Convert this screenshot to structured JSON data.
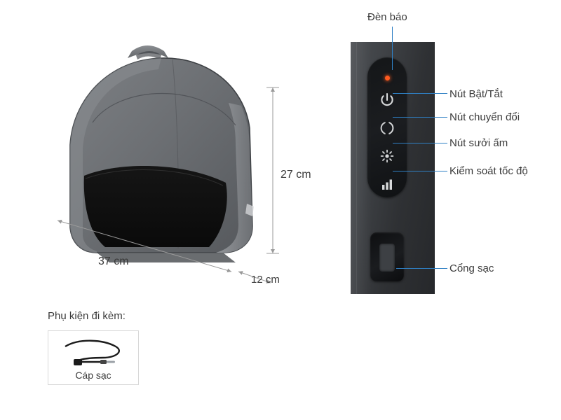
{
  "product_diagram": {
    "dimensions": {
      "height": "27 cm",
      "width": "37 cm",
      "depth": "12 cm"
    },
    "accessories": {
      "title": "Phụ kiện đi kèm:",
      "items": [
        {
          "caption": "Cáp sạc",
          "icon": "charging-cable-icon"
        }
      ]
    },
    "callouts": [
      {
        "id": "indicator-light",
        "label": "Đèn báo",
        "icon": "led-indicator-icon"
      },
      {
        "id": "power-button",
        "label": "Nút Bật/Tắt",
        "icon": "power-icon"
      },
      {
        "id": "mode-button",
        "label": "Nút chuyển đổi",
        "icon": "mode-switch-icon"
      },
      {
        "id": "heat-button",
        "label": "Nút sưởi ấm",
        "icon": "heat-icon"
      },
      {
        "id": "speed-button",
        "label": "Kiểm soát tốc độ",
        "icon": "speed-bars-icon"
      },
      {
        "id": "charging-port",
        "label": "Cổng sạc",
        "icon": "charging-port-icon"
      }
    ],
    "colors": {
      "callout_line": "#2f80c4",
      "led": "#ff5a1f",
      "text": "#3a3a3a",
      "cushion_body": "#6b6e72",
      "cushion_mesh": "#111111",
      "background": "#ffffff"
    }
  }
}
